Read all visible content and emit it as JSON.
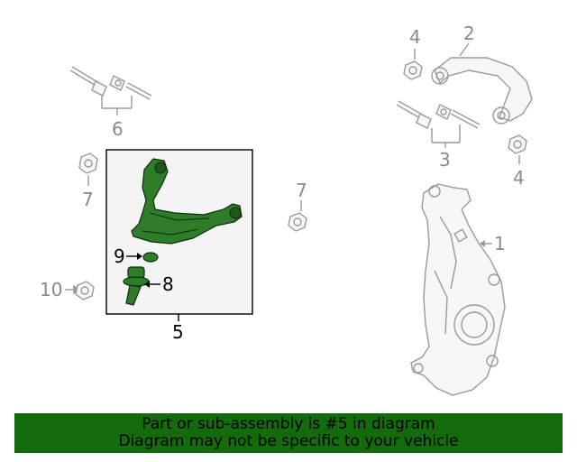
{
  "callouts": {
    "c1": "1",
    "c2": "2",
    "c3": "3",
    "c4a": "4",
    "c4b": "4",
    "c5": "5",
    "c6": "6",
    "c7a": "7",
    "c7b": "7",
    "c8": "8",
    "c9": "9",
    "c10": "10"
  },
  "banner": {
    "line1": "Part or sub-assembly is #5 in diagram",
    "line2": "Diagram may not be specific to your vehicle"
  },
  "colors": {
    "highlight": "#2f7d2a",
    "banner_bg": "#146b0c",
    "line_gray": "#9a9a9a"
  }
}
